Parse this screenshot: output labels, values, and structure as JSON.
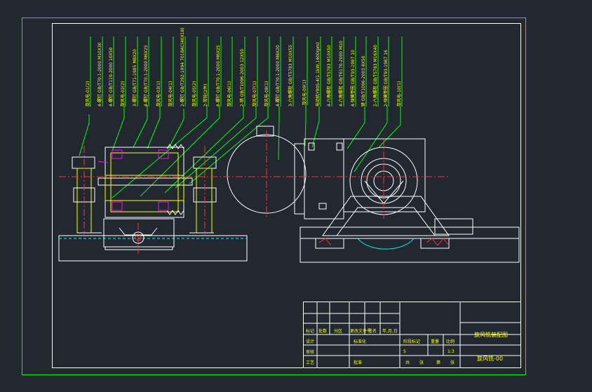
{
  "colors": {
    "background": "#212830",
    "frame": "#00ff00",
    "geometry": "#ffffff",
    "leader": "#00ff00",
    "label": "#ffff00",
    "centerline": "#ff3030",
    "hidden": "#00ffff",
    "accent": "#ff00ff"
  },
  "callouts": [
    {
      "text": "旋风电-01(2)"
    },
    {
      "text": "4-螺钉 GB/T70.1-2000 M10X30"
    },
    {
      "text": "4-螺钉 GB/T119-2000 10X50"
    },
    {
      "text": "旋风电-02(2)"
    },
    {
      "text": "3-螺钉 GB/T71-1985 M8X20"
    },
    {
      "text": "4-螺钉 GB/T70.1-2000 M6X25"
    },
    {
      "text": "旋风电-03(1)"
    },
    {
      "text": "旋风电-04(1)"
    },
    {
      "text": "2-螺钉 GB/T292-1994 7018AC(40X18)"
    },
    {
      "text": "旋风电-05(2)"
    },
    {
      "text": "2-带轮(2件)"
    },
    {
      "text": "8-螺钉 GB/T70.1-2000 M6X25"
    },
    {
      "text": "旋风电-06(1)"
    },
    {
      "text": "2-销 GB/T1096-2003 12X50"
    },
    {
      "text": "旋风电-07(1)"
    },
    {
      "text": "旋风电-08(1)"
    },
    {
      "text": "4-螺钉 GB/T70.1-2000 M8X20"
    },
    {
      "text": "3-六角螺栓 GB/T5783 M10X55"
    },
    {
      "text": "旋风电-09(1)"
    },
    {
      "text": "电动机Y90S-4(1.1kW,1400rpm)"
    },
    {
      "text": "4-六角螺栓 GB/T5783 M10X50"
    },
    {
      "text": "4-六角螺栓 GB/T6170-2000 M10"
    },
    {
      "text": "4-弹簧垫圈 GB/T93-1987 10"
    },
    {
      "text": "键 GB/T1096-2003 8X50"
    },
    {
      "text": "2-六角螺栓 GB/T5783 M16X40"
    },
    {
      "text": "2-弹簧垫圈 GB/T93-1987 16"
    },
    {
      "text": "旋风电-10(1)"
    }
  ],
  "title_block": {
    "header_labels": [
      "标记",
      "处数",
      "分区",
      "更改文件号",
      "签名",
      "年,月,日"
    ],
    "left_labels": [
      "设计",
      "审核",
      "工艺"
    ],
    "standardize": "标准化",
    "approve": "批准",
    "stage_mark": "阶段标记",
    "weight": "重量",
    "scale_label": "比例",
    "stage_value": "S",
    "scale_value": "1:3",
    "sheet_total": "共",
    "sheet_label": "张",
    "sheet_no": "第",
    "sheet_no_label": "张",
    "drawing_title": "旋风铣装配图",
    "drawing_number": "旋风铣-00"
  }
}
